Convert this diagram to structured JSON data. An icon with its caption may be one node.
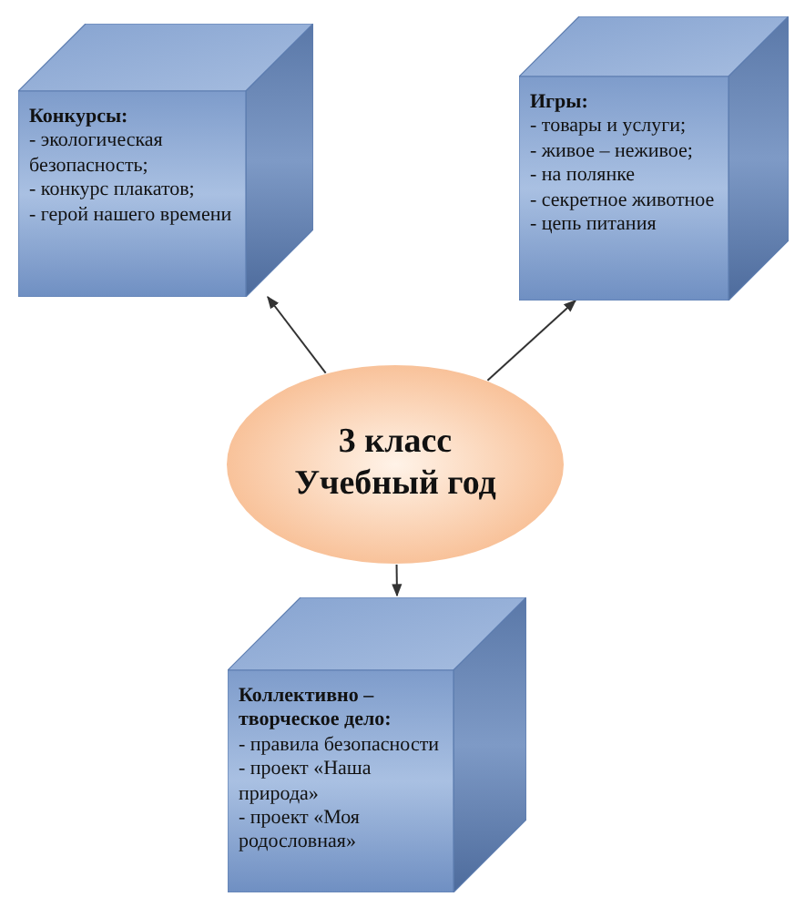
{
  "diagram": {
    "nodes": [
      {
        "text": [
          "3 класс",
          "Учебный год"
        ]
      },
      {
        "text": [
          "Конкурсы:",
          "- экологическая безопасность;",
          "- конкурс плакатов;",
          "- герой нашего времени"
        ]
      },
      {
        "text": [
          "Игры:",
          "- товары и услуги;",
          "- живое – неживое;",
          "- на полянке",
          "- секретное животное",
          "- цепь питания"
        ]
      },
      {
        "text": [
          "Коллективно – творческое дело:",
          "- правила безопасности",
          "- проект «Наша природа»",
          "- проект «Моя родословная»"
        ]
      }
    ],
    "edges": [
      {
        "from": 0,
        "to": 1,
        "arrow": "to"
      },
      {
        "from": 0,
        "to": 2,
        "arrow": "to"
      },
      {
        "from": 0,
        "to": 3,
        "arrow": "to"
      }
    ]
  }
}
